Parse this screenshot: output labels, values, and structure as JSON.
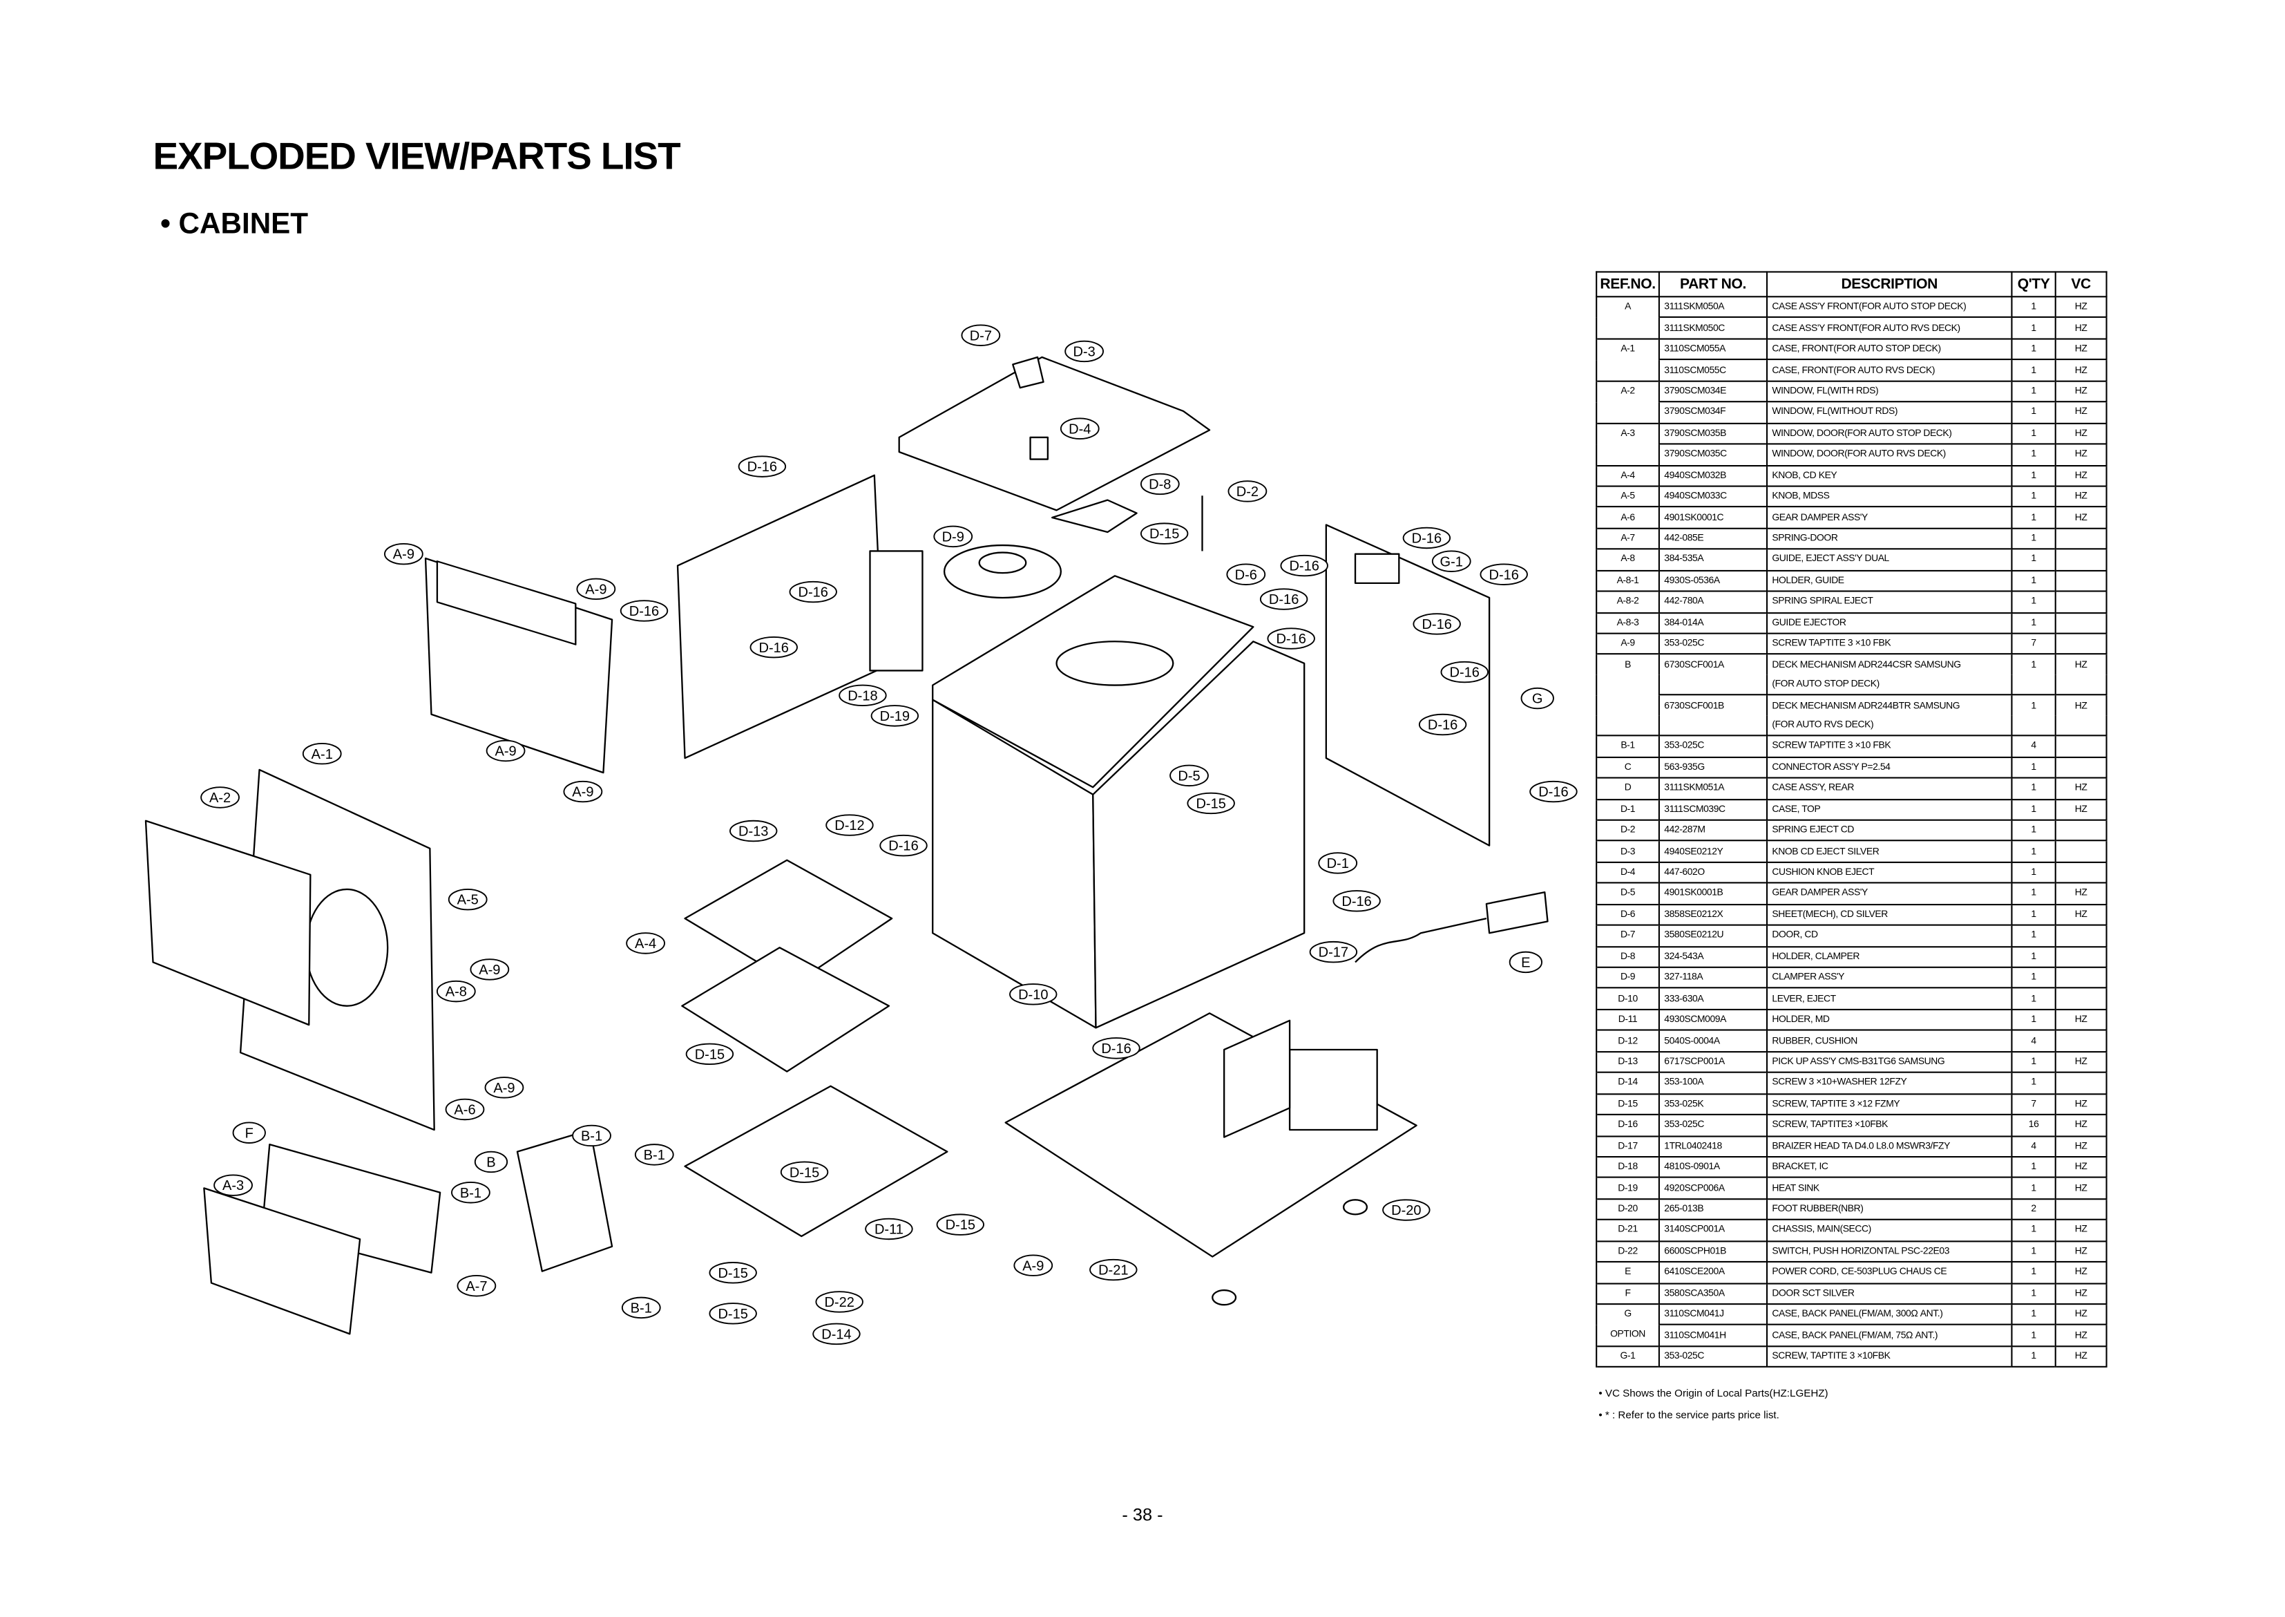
{
  "header": {
    "title": "EXPLODED VIEW/PARTS LIST",
    "section": "• CABINET"
  },
  "diagram": {
    "callouts": [
      "D-7",
      "D-3",
      "D-4",
      "D-16",
      "D-8",
      "D-2",
      "D-9",
      "D-15",
      "A-9",
      "A-9",
      "D-16",
      "D-16",
      "D-6",
      "D-16",
      "D-16",
      "G-1",
      "D-16",
      "D-16",
      "D-16",
      "D-16",
      "D-16",
      "D-16",
      "D-18",
      "D-19",
      "G",
      "D-16",
      "A-9",
      "A-1",
      "A-9",
      "D-5",
      "D-15",
      "A-2",
      "D-16",
      "D-13",
      "D-12",
      "D-16",
      "D-1",
      "A-5",
      "D-16",
      "A-4",
      "E",
      "D-17",
      "A-9",
      "A-8",
      "D-10",
      "D-16",
      "D-15",
      "A-9",
      "A-6",
      "F",
      "B-1",
      "B",
      "B-1",
      "D-15",
      "A-3",
      "B-1",
      "D-11",
      "D-15",
      "D-20",
      "A-7",
      "A-9",
      "D-21",
      "D-15",
      "B-1",
      "D-22",
      "D-15",
      "D-14"
    ]
  },
  "table": {
    "headers": {
      "ref": "REF.NO.",
      "part": "PART NO.",
      "desc": "DESCRIPTION",
      "qty": "Q'TY",
      "vc": "VC"
    },
    "groups": [
      {
        "items": [
          {
            "ref": "A",
            "part": "3111SKM050A",
            "desc": [
              "CASE ASS'Y FRONT(FOR AUTO STOP DECK)"
            ],
            "qty": "1",
            "vc": "HZ"
          },
          {
            "ref": "",
            "part": "3111SKM050C",
            "desc": [
              "CASE ASS'Y FRONT(FOR AUTO RVS DECK)"
            ],
            "qty": "1",
            "vc": "HZ"
          }
        ]
      },
      {
        "items": [
          {
            "ref": "A-1",
            "part": "3110SCM055A",
            "desc": [
              "CASE, FRONT(FOR AUTO STOP DECK)"
            ],
            "qty": "1",
            "vc": "HZ"
          },
          {
            "ref": "",
            "part": "3110SCM055C",
            "desc": [
              "CASE, FRONT(FOR AUTO RVS DECK)"
            ],
            "qty": "1",
            "vc": "HZ"
          }
        ]
      },
      {
        "items": [
          {
            "ref": "A-2",
            "part": "3790SCM034E",
            "desc": [
              "WINDOW, FL(WITH RDS)"
            ],
            "qty": "1",
            "vc": "HZ"
          },
          {
            "ref": "",
            "part": "3790SCM034F",
            "desc": [
              "WINDOW, FL(WITHOUT RDS)"
            ],
            "qty": "1",
            "vc": "HZ"
          }
        ]
      },
      {
        "items": [
          {
            "ref": "A-3",
            "part": "3790SCM035B",
            "desc": [
              "WINDOW, DOOR(FOR AUTO STOP DECK)"
            ],
            "qty": "1",
            "vc": "HZ"
          },
          {
            "ref": "",
            "part": "3790SCM035C",
            "desc": [
              "WINDOW, DOOR(FOR AUTO RVS DECK)"
            ],
            "qty": "1",
            "vc": "HZ"
          }
        ]
      },
      {
        "items": [
          {
            "ref": "A-4",
            "part": "4940SCM032B",
            "desc": [
              "KNOB, CD KEY"
            ],
            "qty": "1",
            "vc": "HZ"
          }
        ]
      },
      {
        "items": [
          {
            "ref": "A-5",
            "part": "4940SCM033C",
            "desc": [
              "KNOB, MDSS"
            ],
            "qty": "1",
            "vc": "HZ"
          }
        ]
      },
      {
        "items": [
          {
            "ref": "A-6",
            "part": "4901SK0001C",
            "desc": [
              "GEAR DAMPER ASS'Y"
            ],
            "qty": "1",
            "vc": "HZ"
          }
        ]
      },
      {
        "items": [
          {
            "ref": "A-7",
            "part": "442-085E",
            "desc": [
              "SPRING-DOOR"
            ],
            "qty": "1",
            "vc": ""
          }
        ]
      },
      {
        "items": [
          {
            "ref": "A-8",
            "part": "384-535A",
            "desc": [
              "GUIDE, EJECT ASS'Y DUAL"
            ],
            "qty": "1",
            "vc": ""
          }
        ]
      },
      {
        "items": [
          {
            "ref": "A-8-1",
            "part": "4930S-0536A",
            "desc": [
              "HOLDER, GUIDE"
            ],
            "qty": "1",
            "vc": ""
          }
        ]
      },
      {
        "items": [
          {
            "ref": "A-8-2",
            "part": "442-780A",
            "desc": [
              "SPRING SPIRAL EJECT"
            ],
            "qty": "1",
            "vc": ""
          }
        ]
      },
      {
        "items": [
          {
            "ref": "A-8-3",
            "part": "384-014A",
            "desc": [
              "GUIDE EJECTOR"
            ],
            "qty": "1",
            "vc": ""
          }
        ]
      },
      {
        "items": [
          {
            "ref": "A-9",
            "part": "353-025C",
            "desc": [
              "SCREW TAPTITE 3 ×10 FBK"
            ],
            "qty": "7",
            "vc": ""
          }
        ]
      },
      {
        "items": [
          {
            "ref": "B",
            "part": "6730SCF001A",
            "desc": [
              "DECK MECHANISM ADR244CSR SAMSUNG",
              "(FOR AUTO STOP DECK)"
            ],
            "qty": "1",
            "vc": "HZ"
          },
          {
            "ref": "",
            "part": "6730SCF001B",
            "desc": [
              "DECK MECHANISM ADR244BTR SAMSUNG",
              "(FOR AUTO RVS DECK)"
            ],
            "qty": "1",
            "vc": "HZ"
          }
        ]
      },
      {
        "items": [
          {
            "ref": "B-1",
            "part": "353-025C",
            "desc": [
              "SCREW TAPTITE 3 ×10 FBK"
            ],
            "qty": "4",
            "vc": ""
          }
        ]
      },
      {
        "items": [
          {
            "ref": "C",
            "part": "563-935G",
            "desc": [
              "CONNECTOR ASS'Y P=2.54"
            ],
            "qty": "1",
            "vc": ""
          }
        ]
      },
      {
        "items": [
          {
            "ref": "D",
            "part": "3111SKM051A",
            "desc": [
              "CASE ASS'Y, REAR"
            ],
            "qty": "1",
            "vc": "HZ"
          }
        ]
      },
      {
        "items": [
          {
            "ref": "D-1",
            "part": "3111SCM039C",
            "desc": [
              "CASE, TOP"
            ],
            "qty": "1",
            "vc": "HZ"
          }
        ]
      },
      {
        "items": [
          {
            "ref": "D-2",
            "part": "442-287M",
            "desc": [
              "SPRING EJECT CD"
            ],
            "qty": "1",
            "vc": ""
          }
        ]
      },
      {
        "items": [
          {
            "ref": "D-3",
            "part": "4940SE0212Y",
            "desc": [
              "KNOB CD EJECT SILVER"
            ],
            "qty": "1",
            "vc": ""
          }
        ]
      },
      {
        "items": [
          {
            "ref": "D-4",
            "part": "447-602O",
            "desc": [
              "CUSHION KNOB EJECT"
            ],
            "qty": "1",
            "vc": ""
          }
        ]
      },
      {
        "items": [
          {
            "ref": "D-5",
            "part": "4901SK0001B",
            "desc": [
              "GEAR DAMPER ASS'Y"
            ],
            "qty": "1",
            "vc": "HZ"
          }
        ]
      },
      {
        "items": [
          {
            "ref": "D-6",
            "part": "3858SE0212X",
            "desc": [
              "SHEET(MECH), CD SILVER"
            ],
            "qty": "1",
            "vc": "HZ"
          }
        ]
      },
      {
        "items": [
          {
            "ref": "D-7",
            "part": "3580SE0212U",
            "desc": [
              "DOOR, CD"
            ],
            "qty": "1",
            "vc": ""
          }
        ]
      },
      {
        "items": [
          {
            "ref": "D-8",
            "part": "324-543A",
            "desc": [
              "HOLDER, CLAMPER"
            ],
            "qty": "1",
            "vc": ""
          }
        ]
      },
      {
        "items": [
          {
            "ref": "D-9",
            "part": "327-118A",
            "desc": [
              "CLAMPER ASS'Y"
            ],
            "qty": "1",
            "vc": ""
          }
        ]
      },
      {
        "items": [
          {
            "ref": "D-10",
            "part": "333-630A",
            "desc": [
              "LEVER, EJECT"
            ],
            "qty": "1",
            "vc": ""
          }
        ]
      },
      {
        "items": [
          {
            "ref": "D-11",
            "part": "4930SCM009A",
            "desc": [
              "HOLDER, MD"
            ],
            "qty": "1",
            "vc": "HZ"
          }
        ]
      },
      {
        "items": [
          {
            "ref": "D-12",
            "part": "5040S-0004A",
            "desc": [
              "RUBBER, CUSHION"
            ],
            "qty": "4",
            "vc": ""
          }
        ]
      },
      {
        "items": [
          {
            "ref": "D-13",
            "part": "6717SCP001A",
            "desc": [
              "PICK UP ASS'Y CMS-B31TG6 SAMSUNG"
            ],
            "qty": "1",
            "vc": "HZ"
          }
        ]
      },
      {
        "items": [
          {
            "ref": "D-14",
            "part": "353-100A",
            "desc": [
              "SCREW 3 ×10+WASHER 12FZY"
            ],
            "qty": "1",
            "vc": ""
          }
        ]
      },
      {
        "items": [
          {
            "ref": "D-15",
            "part": "353-025K",
            "desc": [
              "SCREW, TAPTITE 3 ×12 FZMY"
            ],
            "qty": "7",
            "vc": "HZ"
          }
        ]
      },
      {
        "items": [
          {
            "ref": "D-16",
            "part": "353-025C",
            "desc": [
              "SCREW, TAPTITE3 ×10FBK"
            ],
            "qty": "16",
            "vc": "HZ"
          }
        ]
      },
      {
        "items": [
          {
            "ref": "D-17",
            "part": "1TRL0402418",
            "desc": [
              "BRAIZER HEAD TA D4.0 L8.0 MSWR3/FZY"
            ],
            "qty": "4",
            "vc": "HZ"
          }
        ]
      },
      {
        "items": [
          {
            "ref": "D-18",
            "part": "4810S-0901A",
            "desc": [
              "BRACKET, IC"
            ],
            "qty": "1",
            "vc": "HZ"
          }
        ]
      },
      {
        "items": [
          {
            "ref": "D-19",
            "part": "4920SCP006A",
            "desc": [
              "HEAT SINK"
            ],
            "qty": "1",
            "vc": "HZ"
          }
        ]
      },
      {
        "items": [
          {
            "ref": "D-20",
            "part": "265-013B",
            "desc": [
              "FOOT RUBBER(NBR)"
            ],
            "qty": "2",
            "vc": ""
          }
        ]
      },
      {
        "items": [
          {
            "ref": "D-21",
            "part": "3140SCP001A",
            "desc": [
              "CHASSIS, MAIN(SECC)"
            ],
            "qty": "1",
            "vc": "HZ"
          }
        ]
      },
      {
        "items": [
          {
            "ref": "D-22",
            "part": "6600SCPH01B",
            "desc": [
              "SWITCH, PUSH HORIZONTAL PSC-22E03"
            ],
            "qty": "1",
            "vc": "HZ"
          }
        ]
      },
      {
        "items": [
          {
            "ref": "E",
            "part": "6410SCE200A",
            "desc": [
              "POWER CORD, CE-503PLUG CHAUS CE"
            ],
            "qty": "1",
            "vc": "HZ"
          }
        ]
      },
      {
        "items": [
          {
            "ref": "F",
            "part": "3580SCA350A",
            "desc": [
              "DOOR SCT SILVER"
            ],
            "qty": "1",
            "vc": "HZ"
          }
        ]
      },
      {
        "items": [
          {
            "ref": "G",
            "part": "3110SCM041J",
            "desc": [
              "CASE, BACK PANEL(FM/AM, 300Ω ANT.)"
            ],
            "qty": "1",
            "vc": "HZ"
          },
          {
            "ref": "OPTION",
            "part": "3110SCM041H",
            "desc": [
              "CASE, BACK PANEL(FM/AM, 75Ω ANT.)"
            ],
            "qty": "1",
            "vc": "HZ"
          }
        ]
      },
      {
        "items": [
          {
            "ref": "G-1",
            "part": "353-025C",
            "desc": [
              "SCREW, TAPTITE 3 ×10FBK"
            ],
            "qty": "1",
            "vc": "HZ"
          }
        ]
      }
    ]
  },
  "notes": [
    "• VC Shows the Origin of Local Parts(HZ:LGEHZ)",
    "• *  : Refer to the service parts price list."
  ],
  "footer": {
    "page": "- 38 -"
  }
}
